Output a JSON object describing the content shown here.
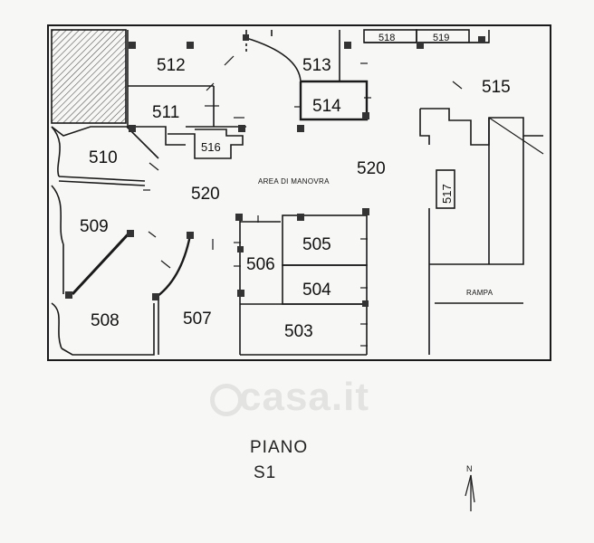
{
  "plan": {
    "level_label": "PIANO",
    "level_code": "S1",
    "maneuver_area": "AREA DI MANOVRA",
    "ramp": "RAMPA",
    "north": "N",
    "watermark": "casa.it",
    "rooms": {
      "r503": "503",
      "r504": "504",
      "r505": "505",
      "r506": "506",
      "r507": "507",
      "r508": "508",
      "r509": "509",
      "r510": "510",
      "r511": "511",
      "r512": "512",
      "r513": "513",
      "r514": "514",
      "r515": "515",
      "r516": "516",
      "r517": "517",
      "r518": "518",
      "r519": "519",
      "r520a": "520",
      "r520b": "520"
    }
  },
  "colors": {
    "ink": "#1a1a1a",
    "paper": "#f7f7f5",
    "hatch": "#555555"
  }
}
